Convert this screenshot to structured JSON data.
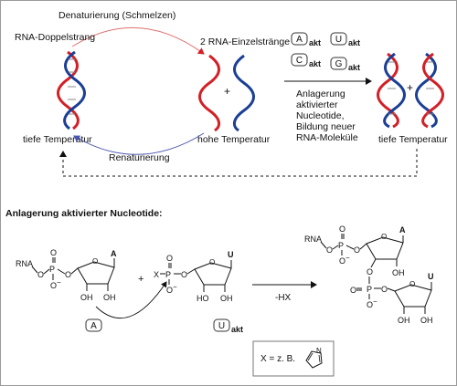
{
  "top": {
    "arrow_denaturation_label": "Denaturierung (Schmelzen)",
    "label_double_strand": "RNA-Doppelstrang",
    "label_single_strands": "2 RNA-Einzelstränge",
    "plus": "+",
    "label_low_temp": "tiefe Temperatur",
    "label_high_temp": "hohe Temperatur",
    "arrow_renaturation_label": "Renaturierung",
    "nucleotide_boxes": [
      {
        "letter": "A",
        "color": "#d32027",
        "suffix": "akt"
      },
      {
        "letter": "U",
        "color": "#1b3f95",
        "suffix": "akt"
      },
      {
        "letter": "C",
        "color": "#111111",
        "suffix": "akt"
      },
      {
        "letter": "G",
        "color": "#3aa935",
        "suffix": "akt"
      }
    ],
    "reaction_text": [
      "Anlagerung",
      "aktivierter",
      "Nucleotide,",
      "Bildung neuer",
      "RNA-Moleküle"
    ],
    "label_low_temp_right": "tiefe Temperatur"
  },
  "bottom": {
    "heading": "Anlagerung aktivierter Nucleotide:",
    "rna": "RNA",
    "rna2": "RNA",
    "O": "O",
    "P": "P",
    "minus": "−",
    "base_A": "A",
    "base_U": "U",
    "OH": "OH",
    "HO": "HO",
    "X": "X",
    "plus": "+",
    "arrow_label": "-HX",
    "box_A": "A",
    "box_U": "U",
    "box_U_suffix": "akt",
    "legend_text": "X = z. B.",
    "legend_N": "N"
  },
  "colors": {
    "red": "#d32027",
    "blue": "#1b3f95",
    "green": "#3aa935",
    "circle_red": "#e06a6a",
    "circle_blue": "#5a5fb5"
  }
}
